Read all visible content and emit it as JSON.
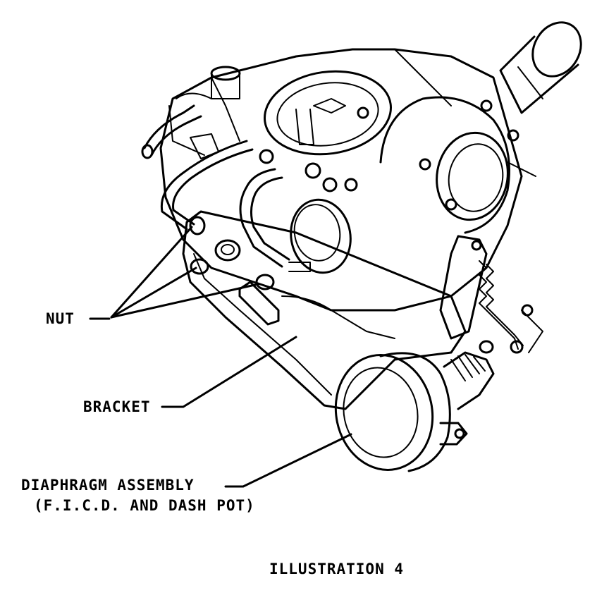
{
  "labels": {
    "nut": "Nut",
    "bracket": "Bracket",
    "diaphragm_line1": "Diaphragm Assembly",
    "diaphragm_line2": "(F.I.C.D. and Dash Pot)",
    "caption": "Illustration 4"
  }
}
